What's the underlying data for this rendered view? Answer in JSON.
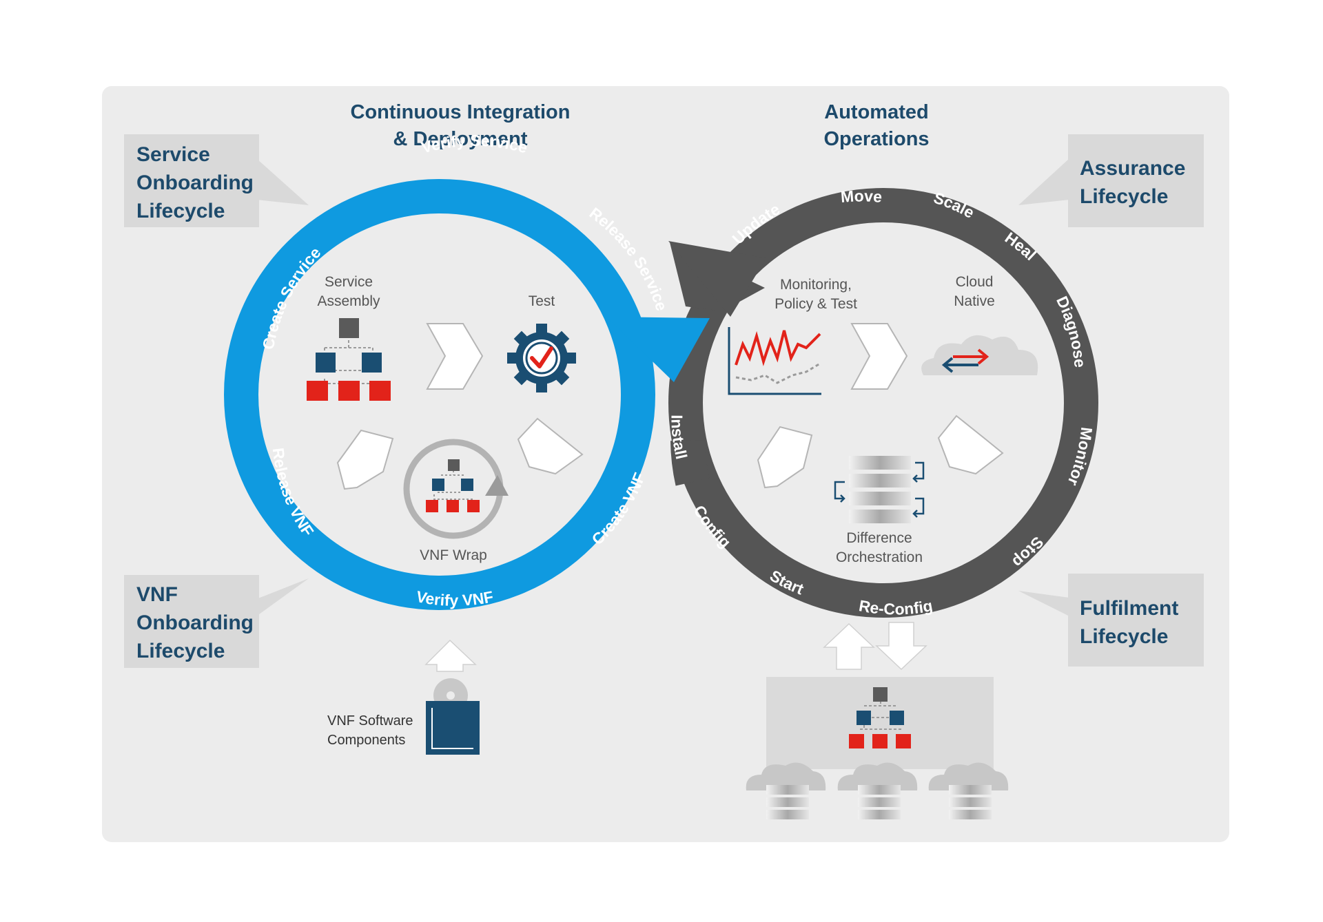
{
  "titles": {
    "ci_line1": "Continuous Integration",
    "ci_line2": "& Deployment",
    "ops_line1": "Automated",
    "ops_line2": "Operations"
  },
  "callouts": {
    "service_onboarding": [
      "Service",
      "Onboarding",
      "Lifecycle"
    ],
    "vnf_onboarding": [
      "VNF",
      "Onboarding",
      "Lifecycle"
    ],
    "assurance": [
      "Assurance",
      "Lifecycle"
    ],
    "fulfilment": [
      "Fulfilment",
      "Lifecycle"
    ]
  },
  "blue_ring": {
    "color": "#0f9ae0",
    "labels": {
      "verify_service": "Verify Service",
      "release_service": "Release Service",
      "create_service": "Create Service",
      "release_vnf": "Release VNF",
      "verify_vnf": "Verify VNF",
      "create_vnf": "Create VNF"
    },
    "inner": {
      "service_assembly": [
        "Service",
        "Assembly"
      ],
      "test": "Test",
      "vnf_wrap": "VNF Wrap"
    }
  },
  "grey_ring": {
    "color": "#555555",
    "labels": {
      "move": "Move",
      "scale": "Scale",
      "update": "Update",
      "heal": "Heal",
      "diagnose": "Diagnose",
      "monitor": "Monitor",
      "stop": "Stop",
      "re_config": "Re-Config",
      "start": "Start",
      "config": "Config",
      "install": "Install"
    },
    "inner": {
      "monitoring": [
        "Monitoring,",
        "Policy & Test"
      ],
      "cloud_native": [
        "Cloud",
        "Native"
      ],
      "difference_orchestration": [
        "Difference",
        "Orchestration"
      ]
    }
  },
  "bottom": {
    "vnf_software": [
      "VNF Software",
      "Components"
    ]
  },
  "colors": {
    "navy": "#1d4a6b",
    "red": "#e2231a",
    "panel": "#ececec",
    "callout_box": "#d9d9d9"
  }
}
